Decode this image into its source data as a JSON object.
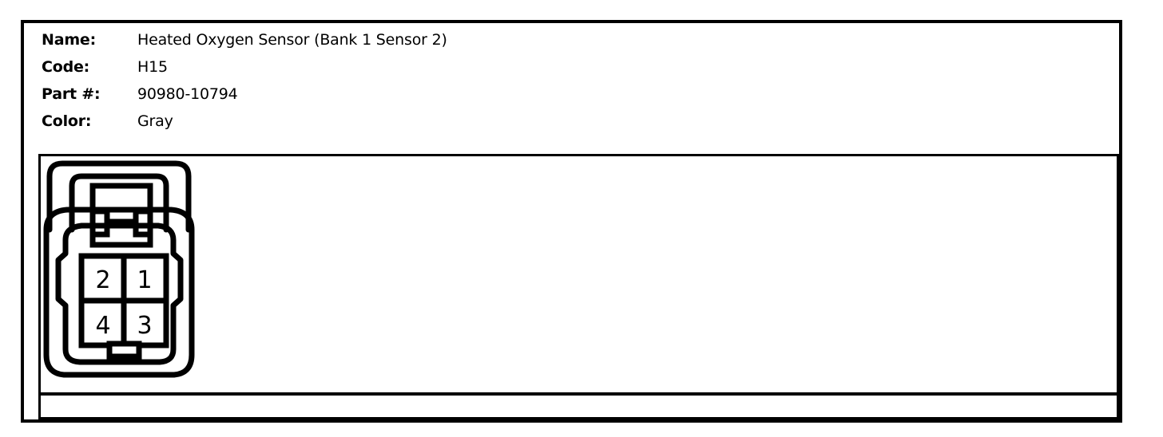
{
  "part_info": {
    "rows": [
      {
        "label": "Name:",
        "value": "Heated Oxygen Sensor (Bank 1 Sensor 2)"
      },
      {
        "label": "Code:",
        "value": "H15"
      },
      {
        "label": "Part #:",
        "value": "90980-10794"
      },
      {
        "label": "Color:",
        "value": "Gray"
      }
    ]
  },
  "connector": {
    "type": "4-way female connector face view",
    "cavity_count": 4,
    "layout": "2x2 grid",
    "pins": [
      {
        "number": "2",
        "row": 0,
        "col": 0
      },
      {
        "number": "1",
        "row": 0,
        "col": 1
      },
      {
        "number": "4",
        "row": 1,
        "col": 0
      },
      {
        "number": "3",
        "row": 1,
        "col": 1
      }
    ],
    "line_color": "#000000",
    "fill_color": "#ffffff"
  }
}
